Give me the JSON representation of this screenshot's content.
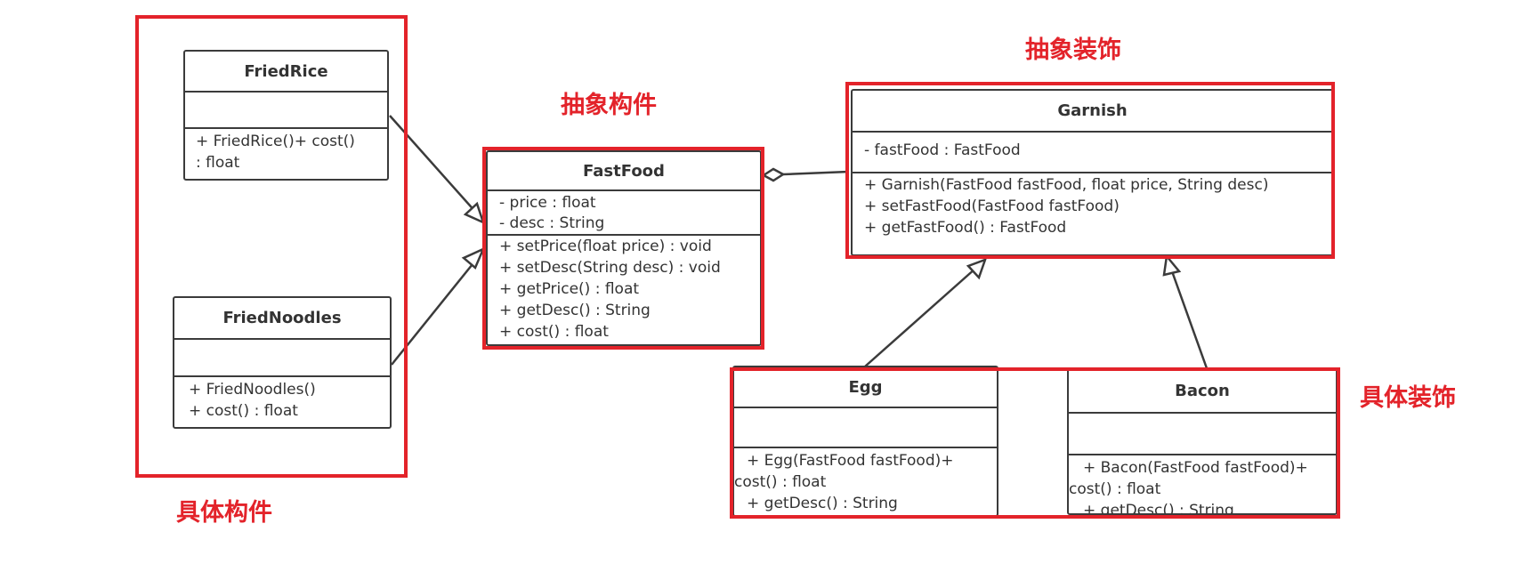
{
  "labels": {
    "abstract_component": "抽象构件",
    "concrete_component": "具体构件",
    "abstract_decorator": "抽象装饰",
    "concrete_decorator": "具体装饰"
  },
  "colors": {
    "highlight": "#e3232a",
    "uml_border": "#3b3b3b",
    "text": "#333333"
  },
  "classes": {
    "fried_rice": {
      "name": "FriedRice",
      "methods": [
        "+ FriedRice()+ cost()",
        ": float"
      ]
    },
    "fried_noodles": {
      "name": "FriedNoodles",
      "methods": [
        "+ FriedNoodles()",
        "+ cost() : float"
      ]
    },
    "fast_food": {
      "name": "FastFood",
      "attributes": [
        "- price : float",
        "- desc : String"
      ],
      "methods": [
        "+ setPrice(float price) : void",
        "+ setDesc(String desc) : void",
        "+ getPrice() : float",
        "+ getDesc() : String",
        "+ cost() : float"
      ]
    },
    "garnish": {
      "name": "Garnish",
      "attributes": [
        "- fastFood : FastFood"
      ],
      "methods": [
        "+ Garnish(FastFood fastFood, float price, String desc)",
        "+ setFastFood(FastFood fastFood)",
        "+ getFastFood() : FastFood"
      ]
    },
    "egg": {
      "name": "Egg",
      "methods": [
        "+ Egg(FastFood fastFood)+",
        "cost() : float",
        "+ getDesc() : String"
      ]
    },
    "bacon": {
      "name": "Bacon",
      "methods": [
        "+ Bacon(FastFood fastFood)+",
        "cost() : float",
        "+ getDesc() : String"
      ]
    }
  }
}
